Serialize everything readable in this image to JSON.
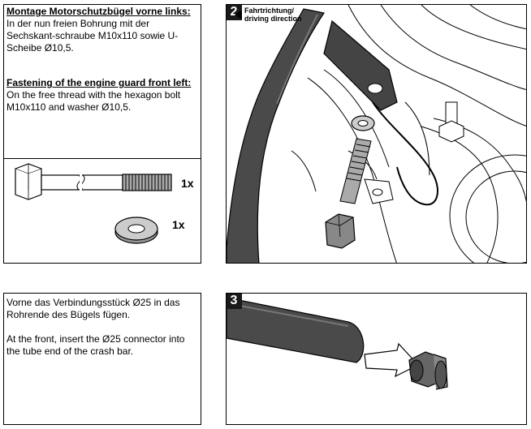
{
  "step1": {
    "heading_de": "Montage Motorschutzbügel vorne links:",
    "text_de": "In der nun freien Bohrung mit der Sechskant-schraube M10x110 sowie U- Scheibe Ø10,5.",
    "heading_en": "Fastening of the engine guard front left:",
    "text_en": "On the free thread with the hexagon bolt M10x110 and washer Ø10,5.",
    "bolt_qty": "1x",
    "washer_qty": "1x"
  },
  "step2": {
    "number": "2",
    "direction_de": "Fahrtrichtung/",
    "direction_en": "driving direction"
  },
  "step3": {
    "number": "3",
    "text_de": "Vorne das Verbindungsstück Ø25 in das Rohrende des Bügels fügen.",
    "text_en": "At the front, insert the Ø25 connector into the tube end of the crash bar."
  }
}
